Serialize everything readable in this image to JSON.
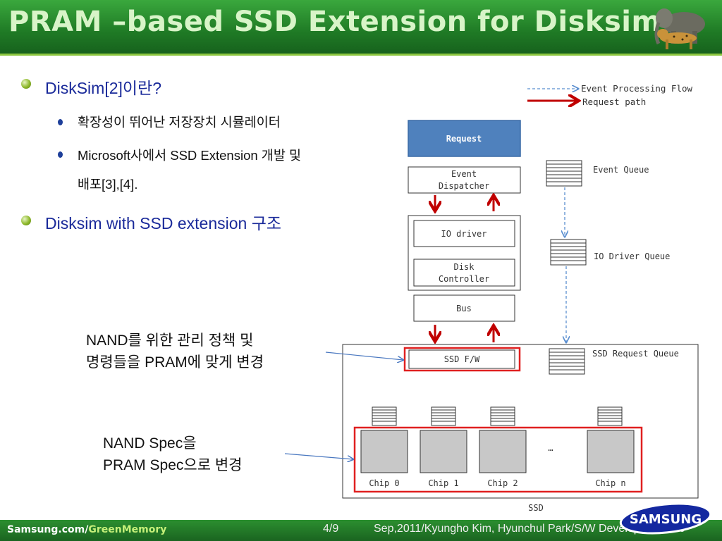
{
  "title": "PRAM –based SSD Extension for Disksim",
  "bullets": {
    "b1": "DiskSim[2]이란?",
    "b1_sub1": "확장성이 뛰어난 저장장치 시뮬레이터",
    "b1_sub2_line1": "Microsoft사에서 SSD Extension 개발 및",
    "b1_sub2_line2": "배포[3],[4].",
    "b2": "Disksim with SSD extension 구조"
  },
  "notes": {
    "nand_policy_line1": "NAND를 위한 관리 정책 및",
    "nand_policy_line2": "명령들을 PRAM에 맞게 변경",
    "nand_spec_line1": "NAND Spec을",
    "nand_spec_line2": "PRAM Spec으로 변경"
  },
  "diagram": {
    "legend_event_flow": "Event Processing Flow",
    "legend_request_path": "Request path",
    "request": "Request",
    "event_dispatcher_line1": "Event",
    "event_dispatcher_line2": "Dispatcher",
    "io_driver": "IO driver",
    "disk_controller_line1": "Disk",
    "disk_controller_line2": "Controller",
    "bus": "Bus",
    "ssd_fw": "SSD F/W",
    "event_queue": "Event Queue",
    "io_driver_queue": "IO Driver Queue",
    "ssd_request_queue": "SSD Request Queue",
    "chips": [
      "Chip 0",
      "Chip 1",
      "Chip 2",
      "Chip n"
    ],
    "ellipsis": "…",
    "ssd_label": "SSD"
  },
  "footer": {
    "url_prefix": "Samsung.com/",
    "url_suffix": "GreenMemory",
    "page": "4/9",
    "credit": "Sep,2011/Kyungho Kim, Hyunchul Park/S/W Development-P/J",
    "logo": "SAMSUNG"
  },
  "colors": {
    "header_green": "#1f7a25",
    "title_text": "#d8f4c8",
    "bullet_blue": "#1a2a9a",
    "request_blue": "#4f81bd",
    "highlight_red": "#e02020",
    "arrow_red": "#c00000",
    "dash_blue": "#5b8fd0"
  }
}
